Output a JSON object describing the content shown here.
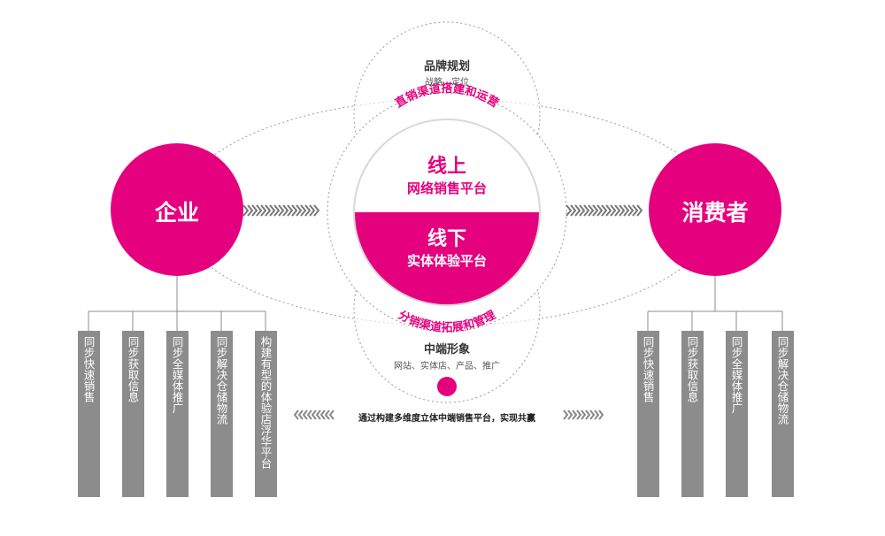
{
  "colors": {
    "accent": "#e5007e",
    "bar": "#8c8c8c",
    "dashed": "#9a9a9a",
    "chevron": "#777777"
  },
  "left_entity": "企业",
  "right_entity": "消费者",
  "center": {
    "online_title": "线上",
    "online_sub": "网络销售平台",
    "offline_title": "线下",
    "offline_sub": "实体体验平台"
  },
  "top_circle": {
    "title": "品牌规划",
    "subtitle": "战略、定位"
  },
  "bottom_circle": {
    "title": "中端形象",
    "subtitle": "网站、实体店、产品、推广"
  },
  "arc_top_text": "直销渠道搭建和运营",
  "arc_bottom_text": "分销渠道拓展和管理",
  "banner_text": "通过构建多维度立体中端销售平台，实现共赢",
  "left_bars": [
    "同步快速销售",
    "同步获取信息",
    "同步全媒体推广",
    "同步解决仓储物流",
    "构建有型的体验店浮华平台"
  ],
  "right_bars": [
    "同步快速销售",
    "同步获取信息",
    "同步全媒体推广",
    "同步解决仓储物流"
  ]
}
